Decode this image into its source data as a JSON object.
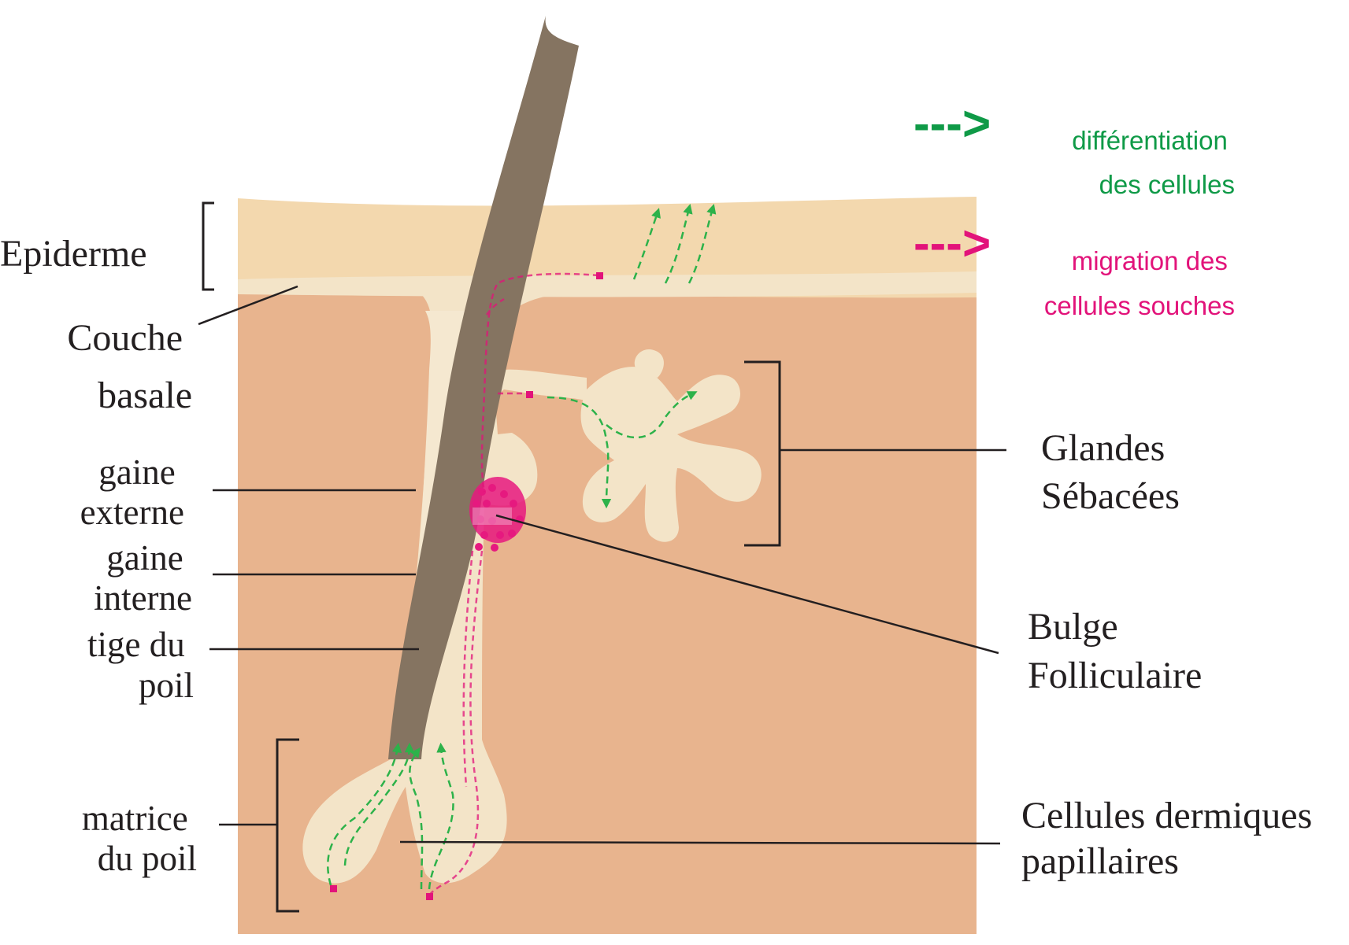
{
  "labels": {
    "epiderme": "Epiderme",
    "couche_basale": [
      "Couche",
      "basale"
    ],
    "gaine_externe": [
      "gaine",
      "externe"
    ],
    "gaine_interne": [
      "gaine",
      "interne"
    ],
    "tige_du_poil": [
      "tige du",
      "poil"
    ],
    "matrice_du_poil": [
      "matrice",
      "du poil"
    ],
    "glandes_sebacees": [
      "Glandes",
      "Sébacées"
    ],
    "bulge_folliculaire": [
      "Bulge",
      "Folliculaire"
    ],
    "cellules_dermiques_papillaires": [
      "Cellules dermiques",
      "papillaires"
    ]
  },
  "legend": {
    "differentiation": {
      "arrow": "--->",
      "lines": [
        "différentiation",
        "des cellules"
      ],
      "color": "#0f9a47"
    },
    "migration": {
      "arrow": "--->",
      "lines": [
        "migration des",
        "cellules souches"
      ],
      "color": "#e2137a"
    }
  },
  "colors": {
    "epidermis": "#f3d8ae",
    "dermis": "#e8b48e",
    "sheath": "#f3e4c8",
    "hair_shaft": "#857461",
    "bulge_cells": "#e6197f",
    "leader_lines": "#231f20"
  }
}
